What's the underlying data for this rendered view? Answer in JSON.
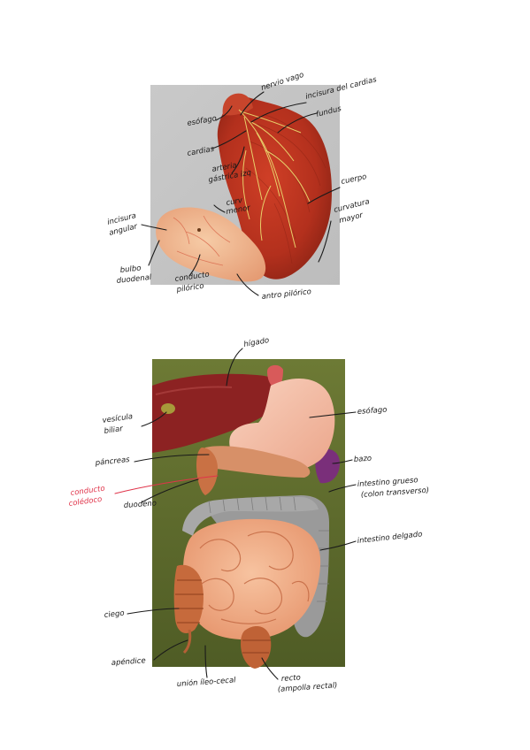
{
  "stomach_figure": {
    "labels": [
      {
        "id": "nervio-vago",
        "text": "nervio vago"
      },
      {
        "id": "incisura-cardias",
        "text": "incisura del cardias"
      },
      {
        "id": "esofago",
        "text": "esófago"
      },
      {
        "id": "fundus",
        "text": "fundus"
      },
      {
        "id": "cardias",
        "text": "cardias"
      },
      {
        "id": "arteria-line1",
        "text": "arteria"
      },
      {
        "id": "arteria-line2",
        "text": "gástrica izq"
      },
      {
        "id": "cuerpo",
        "text": "cuerpo"
      },
      {
        "id": "curv-menor-line1",
        "text": "curv"
      },
      {
        "id": "curv-menor-line2",
        "text": "menor"
      },
      {
        "id": "curv-mayor-line1",
        "text": "curvatura"
      },
      {
        "id": "curv-mayor-line2",
        "text": "mayor"
      },
      {
        "id": "incisura-angular-line1",
        "text": "incisura"
      },
      {
        "id": "incisura-angular-line2",
        "text": "angular"
      },
      {
        "id": "bulbo-line1",
        "text": "bulbo"
      },
      {
        "id": "bulbo-line2",
        "text": "duodenal"
      },
      {
        "id": "conducto-pilorico-line1",
        "text": "conducto"
      },
      {
        "id": "conducto-pilorico-line2",
        "text": "pilórico"
      },
      {
        "id": "antro-pilorico",
        "text": "antro pilórico"
      }
    ]
  },
  "digestive_figure": {
    "labels": [
      {
        "id": "higado",
        "text": "hígado"
      },
      {
        "id": "esofago2",
        "text": "esófago"
      },
      {
        "id": "vesicula-line1",
        "text": "vesícula"
      },
      {
        "id": "vesicula-line2",
        "text": "biliar"
      },
      {
        "id": "pancreas",
        "text": "páncreas"
      },
      {
        "id": "bazo",
        "text": "bazo"
      },
      {
        "id": "colédoco-line1",
        "text": "conducto",
        "color": "#e0344a"
      },
      {
        "id": "colédoco-line2",
        "text": "colédoco",
        "color": "#e0344a"
      },
      {
        "id": "duodeno",
        "text": "duodeno"
      },
      {
        "id": "grueso-line1",
        "text": "intestino grueso"
      },
      {
        "id": "grueso-line2",
        "text": "(colon transverso)"
      },
      {
        "id": "delgado",
        "text": "intestino delgado"
      },
      {
        "id": "ciego",
        "text": "ciego"
      },
      {
        "id": "apendice",
        "text": "apéndice"
      },
      {
        "id": "union",
        "text": "unión íleo-cecal"
      },
      {
        "id": "recto-line1",
        "text": "recto"
      },
      {
        "id": "recto-line2",
        "text": "(ampolla rectal)"
      }
    ]
  },
  "colors": {
    "accent_red": "#e0344a",
    "ink": "#1a1a1a",
    "stomach_muscle": "#b8301f",
    "model_background_green": "#5d6b2c"
  }
}
